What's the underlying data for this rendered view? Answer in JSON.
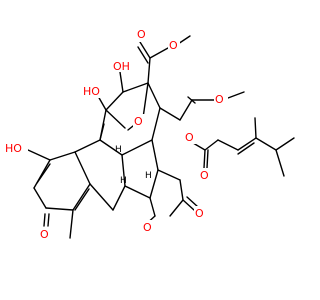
{
  "labels": {
    "OH": "OH",
    "HO": "HO",
    "O": "O",
    "H": "H",
    "wedge_color": "#000000",
    "oxygen_color": "#ff0000"
  }
}
